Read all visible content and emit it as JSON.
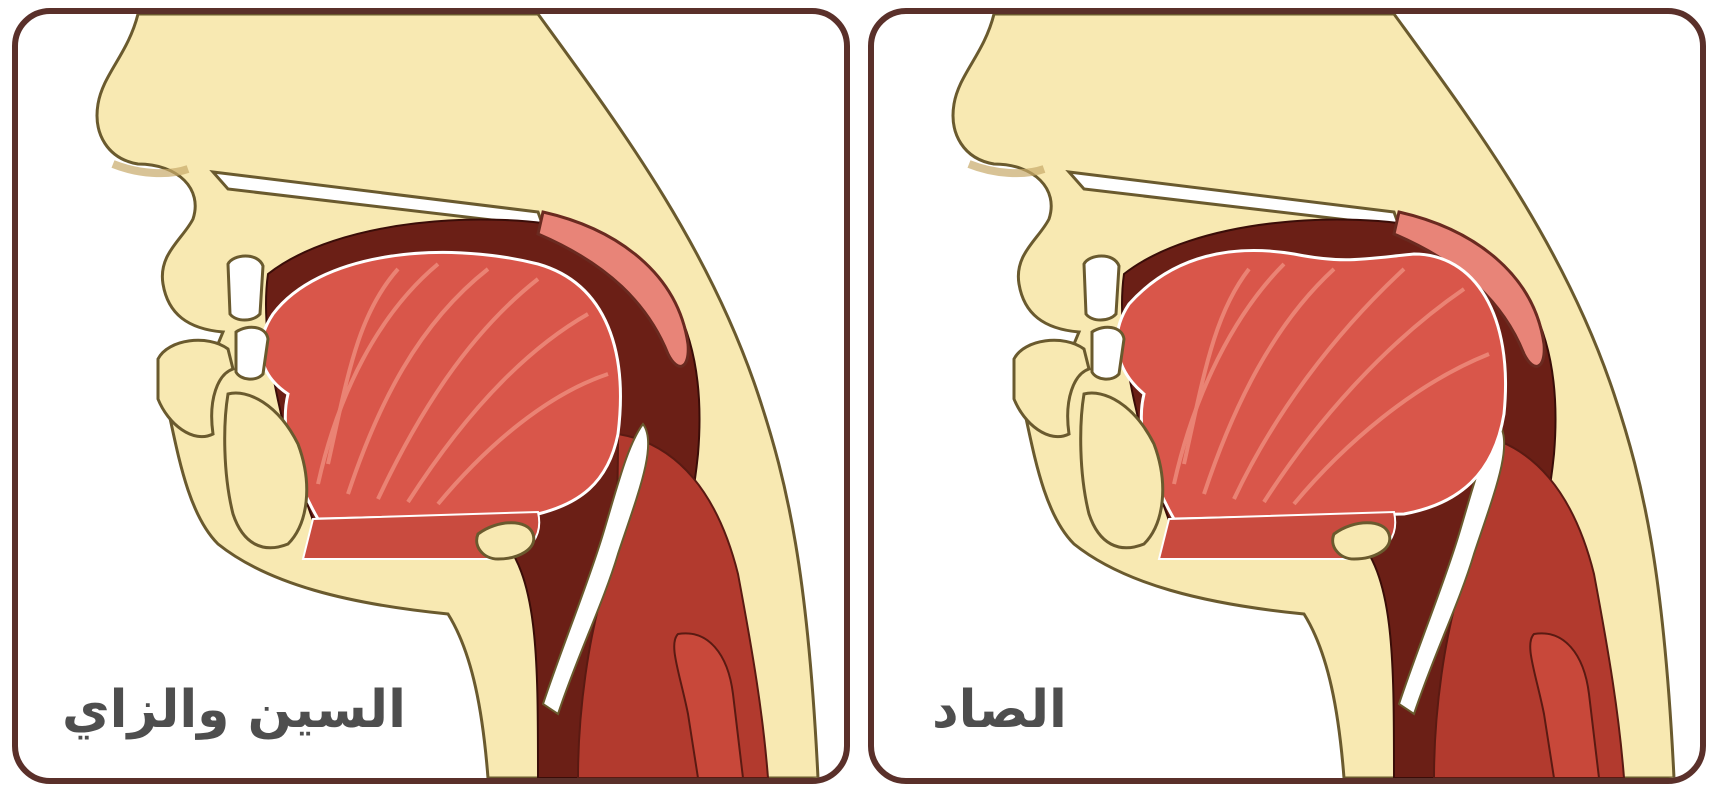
{
  "panels": [
    {
      "id": "sin-zay",
      "label": "السين والزاي"
    },
    {
      "id": "sad",
      "label": "الصاد"
    }
  ],
  "colors": {
    "frame": "#5a302a",
    "skin": "#f8e9b2",
    "skin_outline": "#6a5a2e",
    "cavity_dark": "#6b1f16",
    "tongue": "#d9564a",
    "tongue_light": "#ee8c7c",
    "throat": "#b23a2e",
    "palate": "#e88478",
    "teeth": "#ffffff",
    "caption": "#4e4e4e"
  }
}
